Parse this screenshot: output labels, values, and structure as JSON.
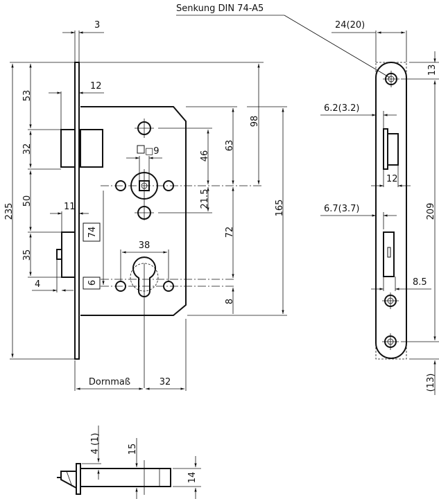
{
  "title": "Mortise lock technical drawing",
  "annotations": {
    "countersink": "Senkung DIN 74-A5",
    "backset_label": "Dornmaß"
  },
  "main_view": {
    "dims": {
      "faceplate_thickness": "3",
      "latch_offset": "12",
      "top_to_latch": "53",
      "latch_height": "32",
      "latch_to_bolt": "50",
      "bolt_height": "35",
      "bolt_offset": "11",
      "bolt_small": "4",
      "overall_height": "235",
      "spindle_square": "□9",
      "spindle_to_top_hole": "46",
      "spindle_to_lower_hole": "21.5",
      "top_to_spindle": "63",
      "case_top_to_spindle": "98",
      "spindle_to_cylinder": "72",
      "case_height": "165",
      "cylinder_to_bottom": "8",
      "cylinder_hole_spacing": "38",
      "backset_to_case_end": "32",
      "box_74": "74",
      "box_6": "6"
    }
  },
  "faceplate_view": {
    "dims": {
      "width": "24(20)",
      "top_hole": "13",
      "latch_offset": "6.2(3.2)",
      "latch_width": "12",
      "bolt_offset": "6.7(3.7)",
      "hole_spacing": "209",
      "hole_offset": "8.5",
      "bottom": "(13)"
    }
  },
  "bottom_view": {
    "dims": {
      "offset": "4 (1)",
      "width": "15",
      "height": "14"
    }
  }
}
